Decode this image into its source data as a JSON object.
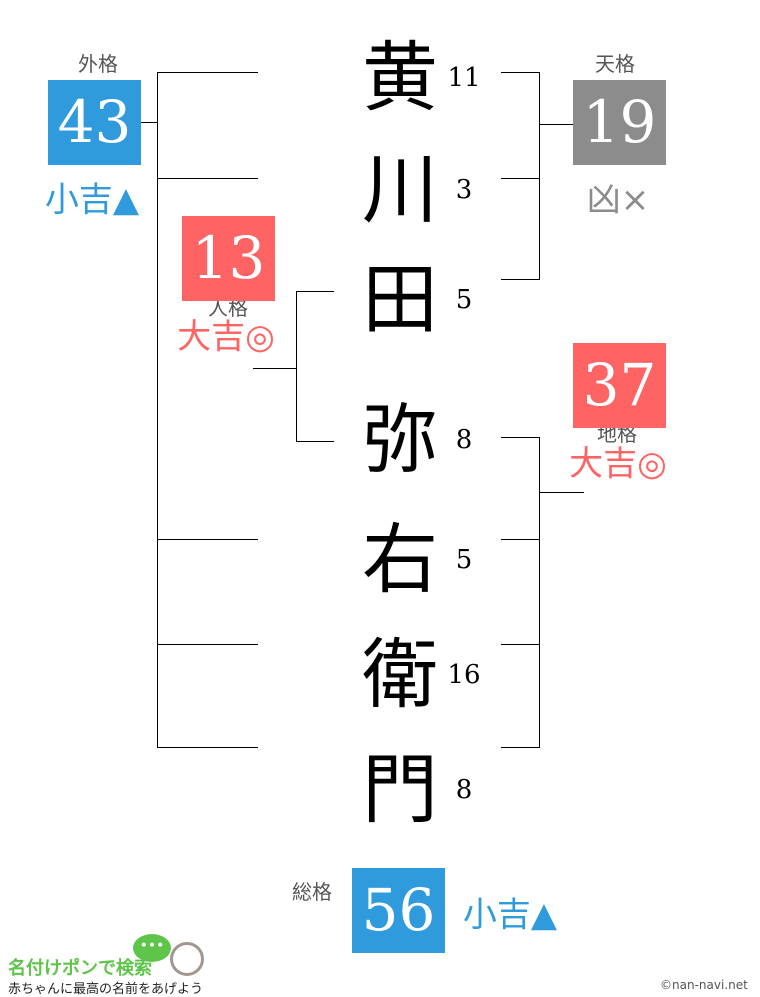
{
  "colors": {
    "good": "#2f9bdc",
    "great": "#ff6464",
    "bad": "#8c8c8c"
  },
  "characters": [
    {
      "char": "黄",
      "strokes": "11"
    },
    {
      "char": "川",
      "strokes": "3"
    },
    {
      "char": "田",
      "strokes": "5"
    },
    {
      "char": "弥",
      "strokes": "8"
    },
    {
      "char": "右",
      "strokes": "5"
    },
    {
      "char": "衛",
      "strokes": "16"
    },
    {
      "char": "門",
      "strokes": "8"
    }
  ],
  "gaikaku": {
    "label": "外格",
    "value": "43",
    "fortune": "小吉▲"
  },
  "tenkaku": {
    "label": "天格",
    "value": "19",
    "fortune": "凶×"
  },
  "jinkaku": {
    "label": "人格",
    "value": "13",
    "fortune": "大吉◎"
  },
  "chikaku": {
    "label": "地格",
    "value": "37",
    "fortune": "大吉◎"
  },
  "soukaku": {
    "label": "総格",
    "value": "56",
    "fortune": "小吉▲"
  },
  "footer": {
    "logo": "名付けポンで検索",
    "tagline": "赤ちゃんに最高の名前をあげよう",
    "copyright": "©nan-navi.net"
  }
}
